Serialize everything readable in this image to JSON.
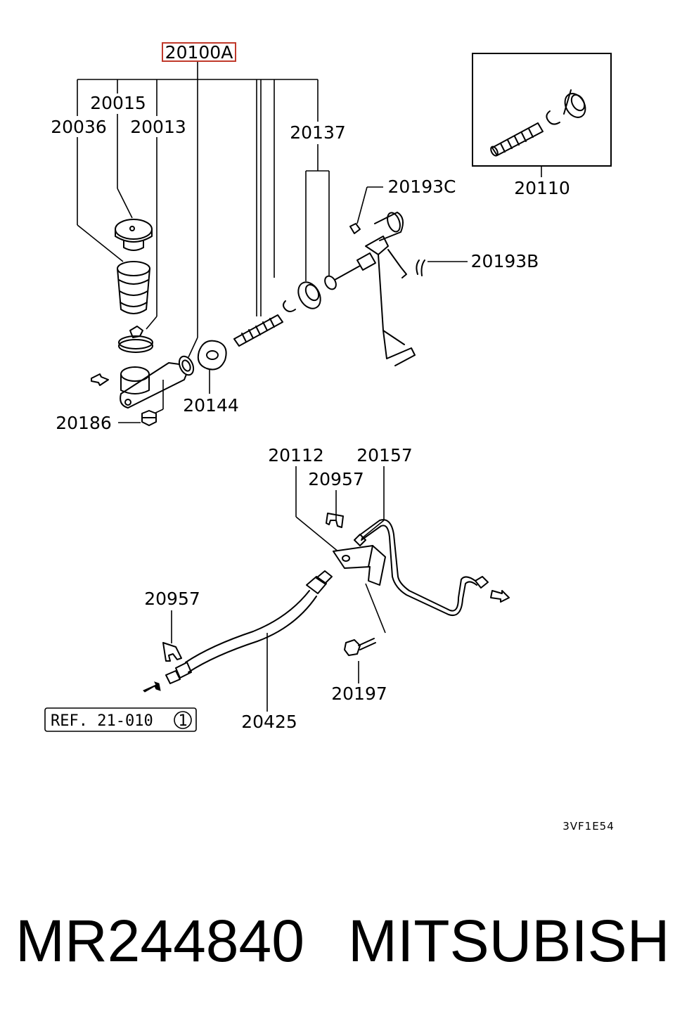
{
  "diagram": {
    "highlight_color": "#c0392b",
    "labels": {
      "assembly": "20100A",
      "p20015": "20015",
      "p20036": "20036",
      "p20013": "20013",
      "p20137": "20137",
      "p20193C": "20193C",
      "p20193B": "20193B",
      "p20110": "20110",
      "p20144": "20144",
      "p20186": "20186",
      "p20112": "20112",
      "p20157": "20157",
      "p20957a": "20957",
      "p20957b": "20957",
      "p20197": "20197",
      "p20425": "20425",
      "ref": "REF. 21-010",
      "ref_circle": "1",
      "code": "3VF1E54"
    }
  },
  "footer": {
    "part_number": "MR244840",
    "brand": "MITSUBISHI"
  }
}
